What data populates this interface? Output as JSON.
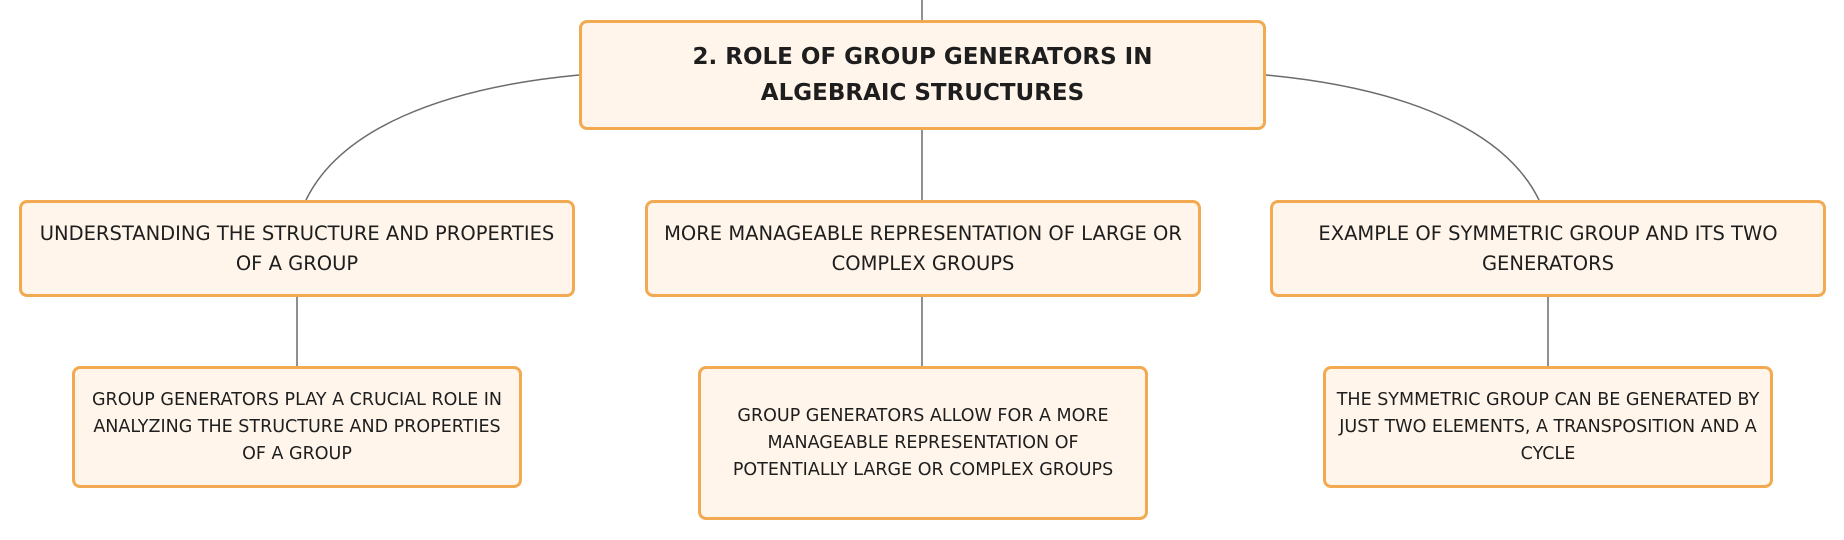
{
  "root": {
    "title": "2. ROLE OF GROUP GENERATORS IN ALGEBRAIC STRUCTURES"
  },
  "branches": [
    {
      "label": "UNDERSTANDING THE STRUCTURE AND PROPERTIES OF A GROUP",
      "detail": "GROUP GENERATORS PLAY A CRUCIAL ROLE IN ANALYZING THE STRUCTURE AND PROPERTIES OF A GROUP"
    },
    {
      "label": "MORE MANAGEABLE REPRESENTATION OF LARGE OR COMPLEX GROUPS",
      "detail": "GROUP GENERATORS ALLOW FOR A MORE MANAGEABLE REPRESENTATION OF POTENTIALLY LARGE OR COMPLEX GROUPS"
    },
    {
      "label": "EXAMPLE OF SYMMETRIC GROUP AND ITS TWO GENERATORS",
      "detail": "THE SYMMETRIC GROUP CAN BE GENERATED BY JUST TWO ELEMENTS, A TRANSPOSITION AND A CYCLE"
    }
  ],
  "colors": {
    "node_fill": "#fff5ea",
    "node_border": "#f2aa52",
    "connector": "#6b6b6b",
    "text": "#1e1e1e"
  }
}
